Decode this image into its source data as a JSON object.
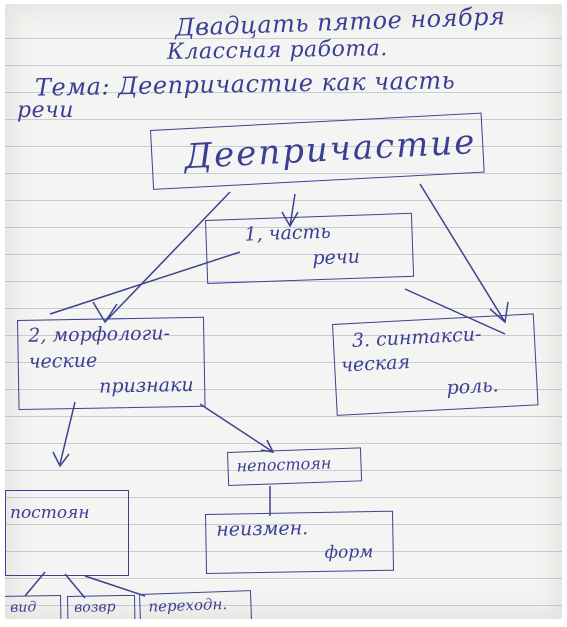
{
  "header": {
    "date_line": "Двадцать пятое ноября",
    "class_work": "Классная работа.",
    "topic_line": "Тема: Деепричастие как часть",
    "topic_line_2": "речи"
  },
  "diagram": {
    "main": "Деепричастие",
    "n1": "1, часть",
    "n1b": "речи",
    "n2a": "2, морфологи-",
    "n2b": "ческие",
    "n2c": "признаки",
    "n3a": "3. синтакси-",
    "n3b": "ческая",
    "n3c": "роль.",
    "n4": "непостоян",
    "n5": "постоян",
    "n6a": "неизмен.",
    "n6b": "форм",
    "b1": "вид",
    "b2": "возвр",
    "b3": "переходн."
  }
}
